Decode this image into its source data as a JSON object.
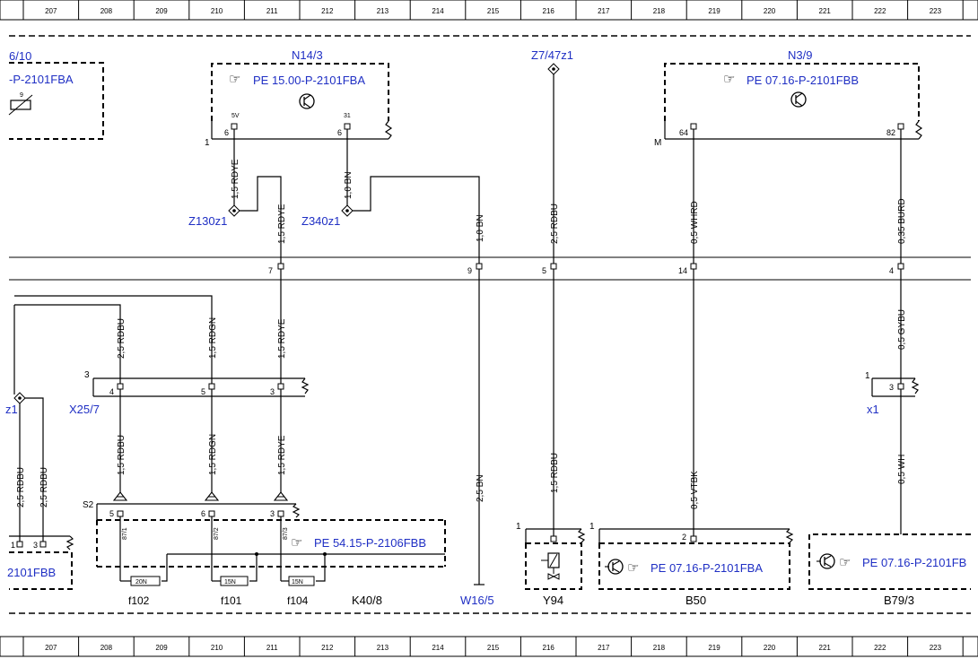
{
  "ruler": [
    "207",
    "208",
    "209",
    "210",
    "211",
    "212",
    "213",
    "214",
    "215",
    "216",
    "217",
    "218",
    "219",
    "220",
    "221",
    "222",
    "223"
  ],
  "components": {
    "left_partial": {
      "name": "6/10",
      "ref": "-P-2101FBA",
      "pin": "9"
    },
    "n14_3": {
      "name": "N14/3",
      "ref": "PE 15.00-P-2101FBA",
      "pin_left_top": "5V",
      "pin_left_num": "6",
      "pin_right_top": "31",
      "pin_right_num": "6",
      "side_label": "1"
    },
    "z7_47z1": {
      "name": "Z7/47z1"
    },
    "n3_9": {
      "name": "N3/9",
      "ref": "PE 07.16-P-2101FBB",
      "pin_left": "64",
      "pin_right": "82",
      "side_label": "M"
    },
    "z130z1": {
      "name": "Z130z1"
    },
    "z340z1": {
      "name": "Z340z1"
    },
    "x25_7": {
      "name": "X25/7",
      "side_label": "3",
      "pins": [
        "4",
        "5",
        "3"
      ]
    },
    "z1_left": {
      "name": "z1"
    },
    "x1": {
      "name": "x1",
      "side_label": "1",
      "pin": "3"
    },
    "k40_8": {
      "name": "K40/8",
      "ref": "PE 54.15-P-2106FBB",
      "side_label": "S2",
      "pins": [
        "5",
        "6",
        "3"
      ],
      "relay_pins": [
        "87/1",
        "87/2",
        "87/3"
      ],
      "fuses": [
        "20N",
        "15N",
        "15N"
      ],
      "fuse_names": [
        "f102",
        "f101",
        "f104"
      ]
    },
    "left_bottom": {
      "ref": "2101FBB",
      "pins": [
        "1",
        "3"
      ]
    },
    "w16_5": {
      "name": "W16/5"
    },
    "y94": {
      "name": "Y94",
      "side_label": "1"
    },
    "b50": {
      "name": "B50",
      "ref": "PE 07.16-P-2101FBA",
      "side_label": "1",
      "pin": "2"
    },
    "b79_3": {
      "name": "B79/3",
      "ref": "PE 07.16-P-2101FB"
    }
  },
  "connector_pins": [
    "7",
    "9",
    "5",
    "14",
    "4"
  ],
  "wires": {
    "n14_left": "1,5 RDYE",
    "n14_right": "1,0 BN",
    "z130_down": "1,5 RDYE",
    "w_bn_top": "1,0 BN",
    "z7_down": "2,5 RDBU",
    "n3_left": "0,5 WHRD",
    "n3_right": "0,35 BURD",
    "x25_a": "2,5 RDBU",
    "x25_b": "1,5 RDGN",
    "x25_c": "1,5 RDYE",
    "right_gybu": "0,5 GYBU",
    "k40_a": "1,5 RDBU",
    "k40_b": "1,5 RDGN",
    "k40_c": "1,5 RDYE",
    "left_a": "2,5 RDBU",
    "left_b": "2,5 RDBU",
    "w16_bn": "2,5 BN",
    "y94_rdbu": "1,5 RDBU",
    "b50_vtbk": "0,5 VTBK",
    "b79_wh": "0,5 WH"
  }
}
